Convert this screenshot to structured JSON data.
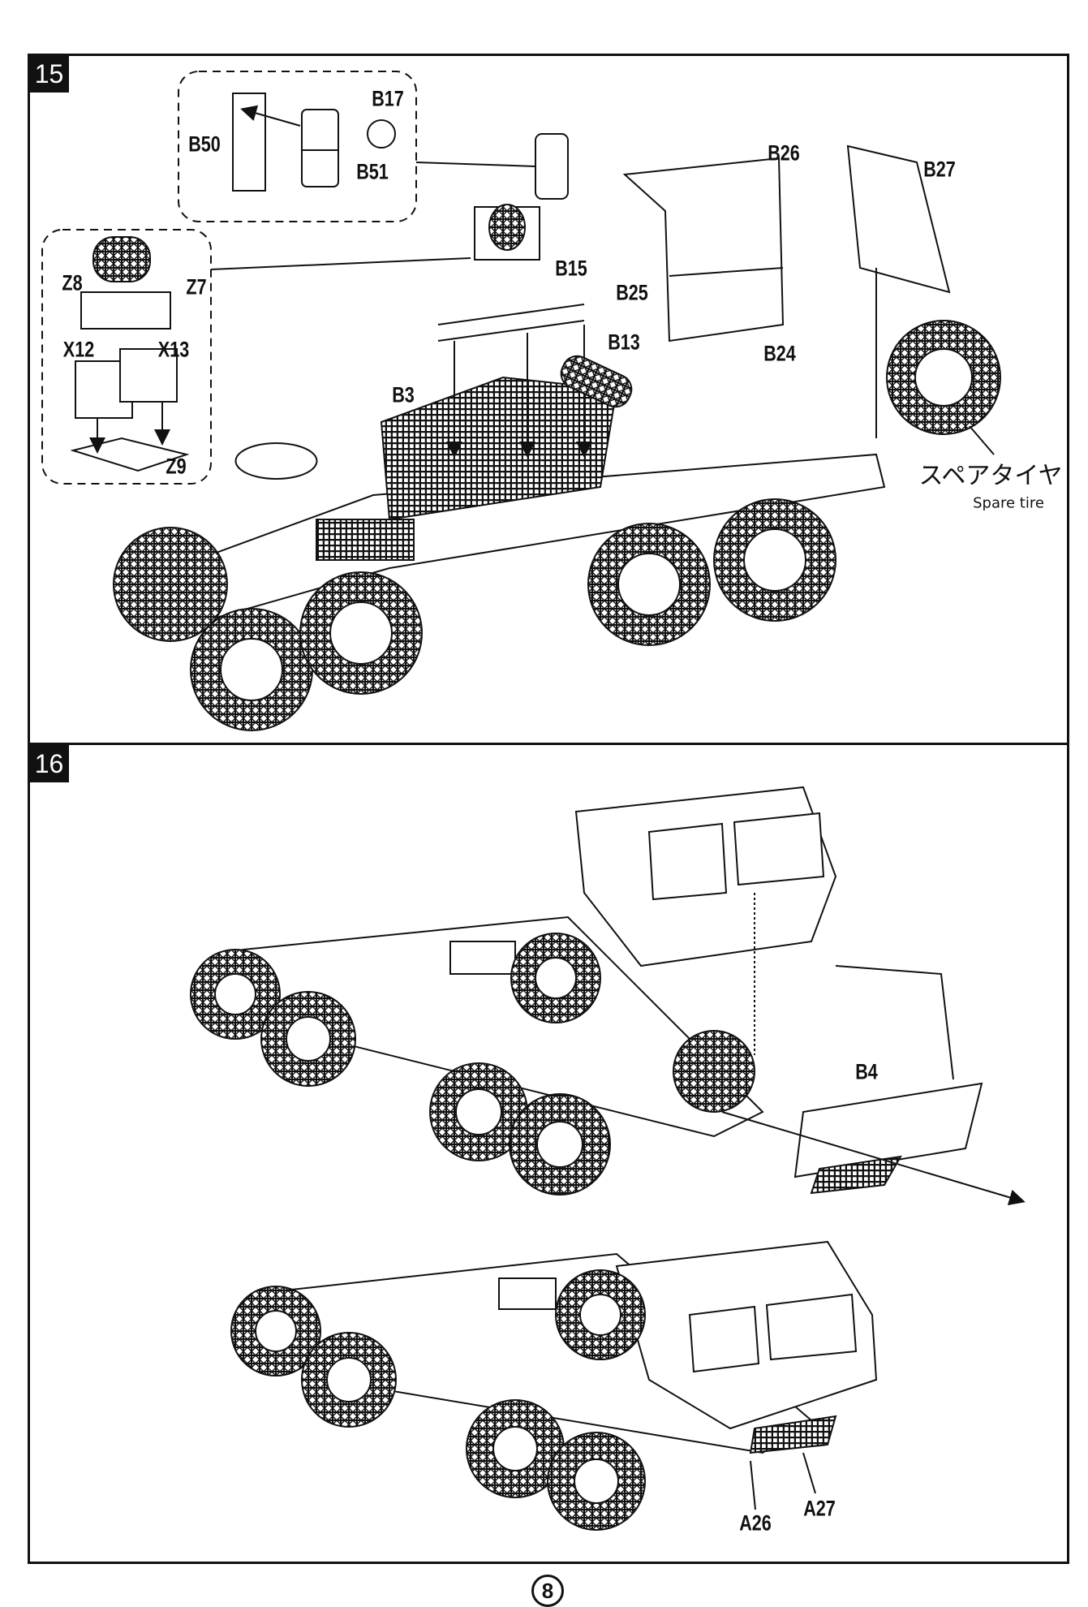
{
  "steps": [
    {
      "number": "15",
      "labels": {
        "b17": "B17",
        "b50": "B50",
        "b51": "B51",
        "b26": "B26",
        "b27": "B27",
        "z8": "Z8",
        "z7": "Z7",
        "b15": "B15",
        "b25": "B25",
        "b13": "B13",
        "b24": "B24",
        "x12": "X12",
        "x13": "X13",
        "b3": "B3",
        "z9": "Z9"
      },
      "spare_tire_jp": "スペアタイヤ",
      "spare_tire_en": "Spare tire"
    },
    {
      "number": "16",
      "labels": {
        "b4": "B4",
        "a26": "A26",
        "a27": "A27"
      }
    }
  ],
  "page_number": "8"
}
